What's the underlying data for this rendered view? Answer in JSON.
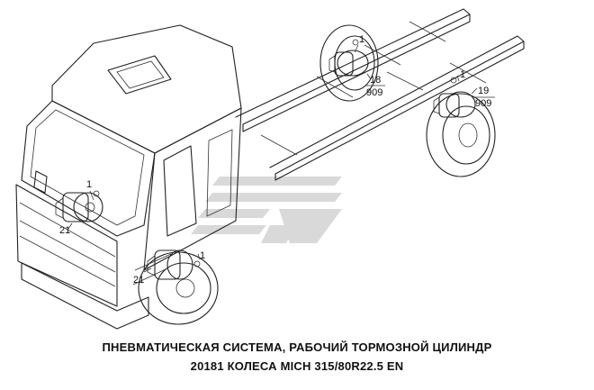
{
  "callouts": {
    "c1a": "1",
    "c21a": "21",
    "c1b": "1",
    "c21b": "21",
    "c1c": "1",
    "c18_num": "18",
    "c18_den": "909",
    "c1d": "1",
    "c19_num": "19",
    "c19_den": "909"
  },
  "caption": {
    "line1": "ПНЕВМАТИЧЕСКАЯ СИСТЕМА, РАБОЧИЙ ТОРМОЗНОЙ ЦИЛИНДР",
    "line2": "20181  КОЛЕСА MICH 315/80R22.5 EN"
  },
  "colors": {
    "ink": "#222222",
    "watermark": "#d9d9d9"
  }
}
